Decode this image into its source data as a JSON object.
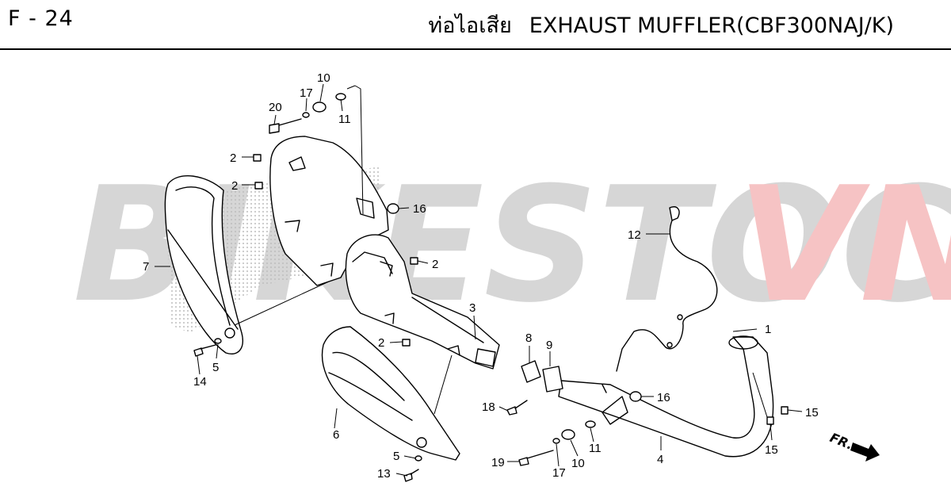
{
  "header": {
    "page_code": "F - 24",
    "title_thai": "ท่อไอเสีย",
    "title_english": "EXHAUST MUFFLER(CBF300NAJ/K)"
  },
  "watermark": {
    "text_gray": "BIKESTOCK",
    "text_red": "VN",
    "color_gray": "#d6d6d6",
    "color_red": "#f6c3c4"
  },
  "direction_marker": "FR.",
  "callouts": [
    "1",
    "2",
    "2",
    "2",
    "2",
    "3",
    "4",
    "5",
    "5",
    "6",
    "7",
    "8",
    "9",
    "10",
    "10",
    "11",
    "11",
    "12",
    "13",
    "14",
    "15",
    "15",
    "16",
    "16",
    "17",
    "17",
    "18",
    "19",
    "20"
  ]
}
